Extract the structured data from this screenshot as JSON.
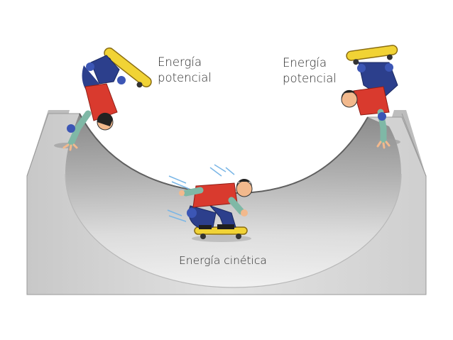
{
  "labels": {
    "potential_left": {
      "line1": "Energía",
      "line2": "potencial"
    },
    "potential_right": {
      "line1": "Energía",
      "line2": "potencial"
    },
    "kinetic": "Energía cinética"
  },
  "colors": {
    "ramp_front": "#d7d7d7",
    "ramp_top": "#c9c9c9",
    "ramp_inner_dark": "#8e8e8e",
    "skater_shirt": "#d93a2e",
    "skater_pants": "#2c3f8c",
    "skater_skin": "#f2b98d",
    "skater_helmet": "#222222",
    "board_yellow": "#f1d335"
  },
  "icons": [
    "skater-left-figure",
    "skater-center-figure",
    "skater-right-figure",
    "half-pipe-ramp"
  ]
}
